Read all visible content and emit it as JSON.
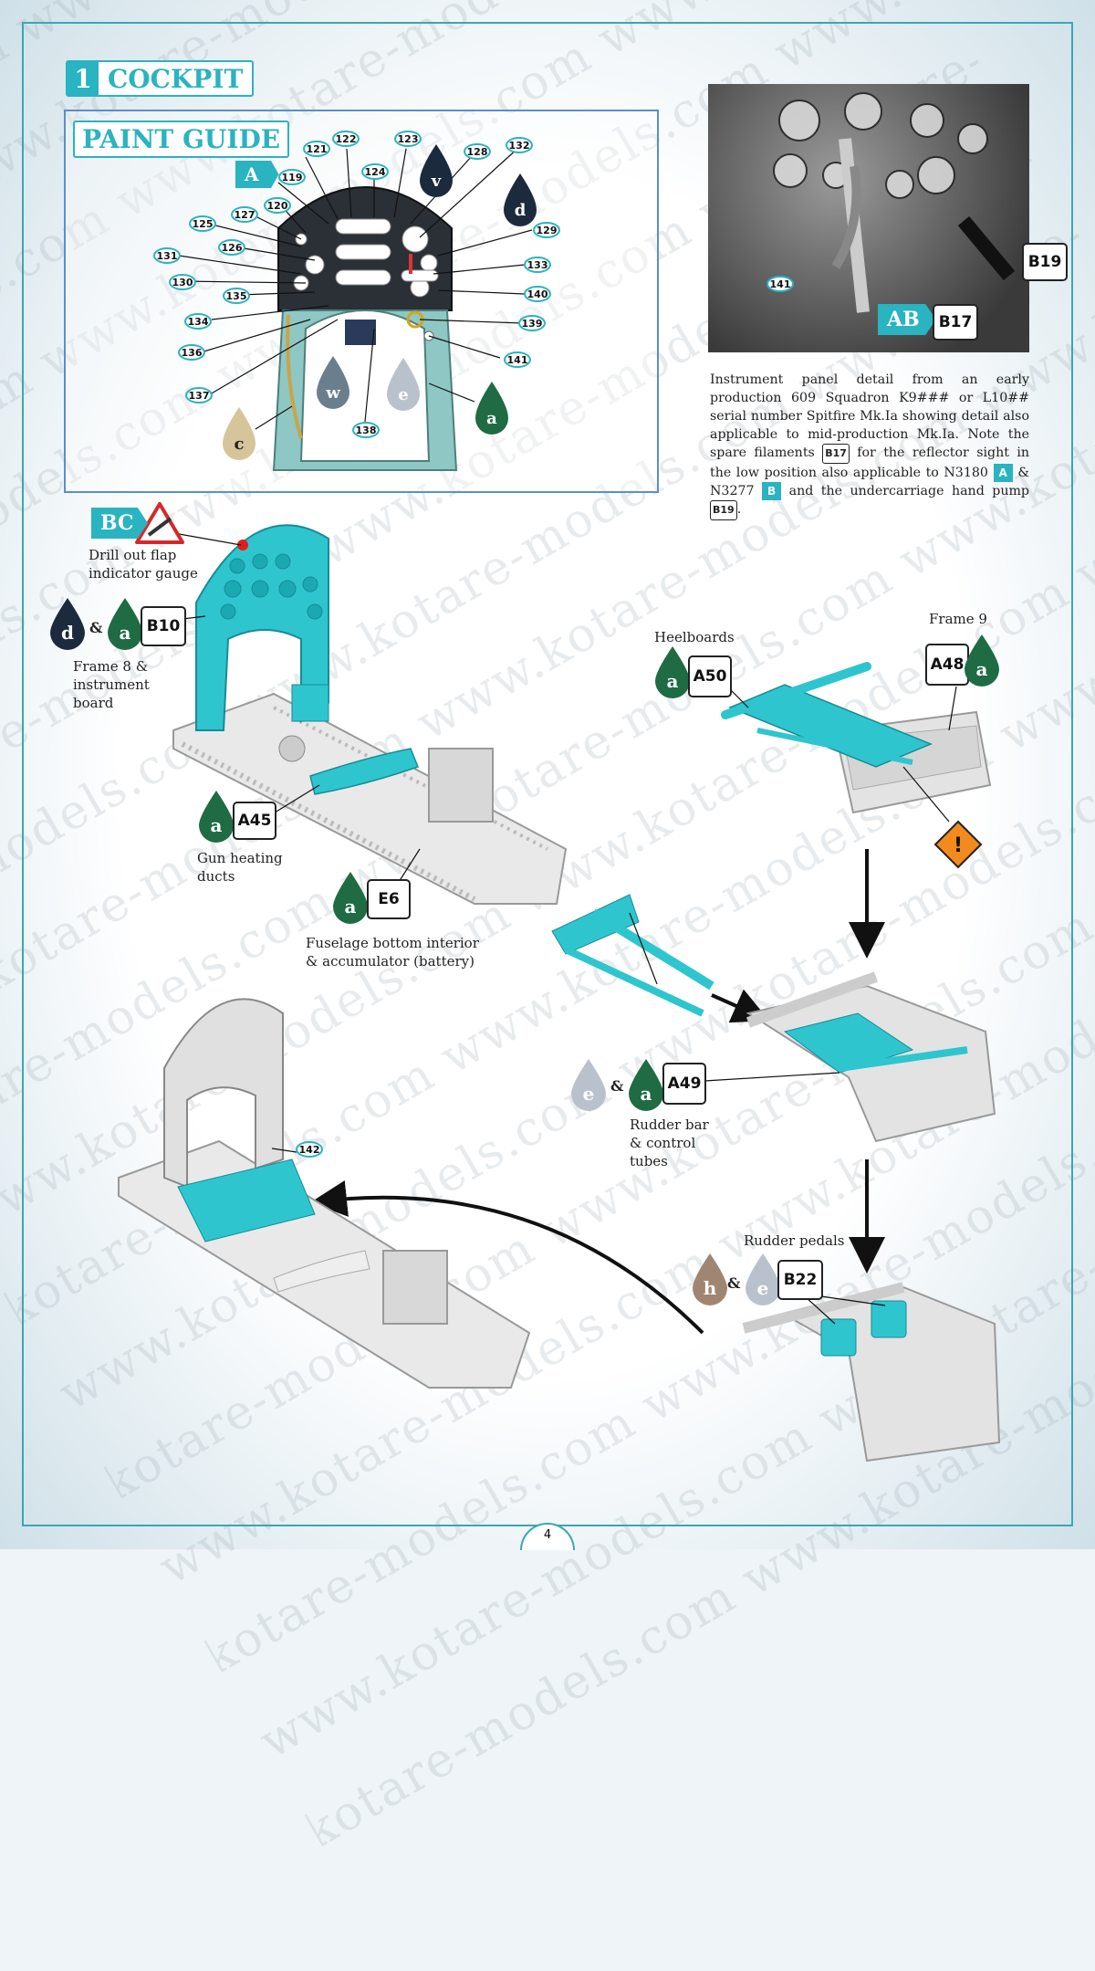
{
  "section": {
    "number": "1",
    "title": "COCKPIT"
  },
  "paint_guide": {
    "title": "PAINT GUIDE",
    "marking_tag": "A",
    "paints": [
      {
        "code": "v",
        "color": "#1c2a3e"
      },
      {
        "code": "d",
        "color": "#1c2a3e"
      },
      {
        "code": "w",
        "color": "#6b7e8e"
      },
      {
        "code": "e",
        "color": "#b9c2cc"
      },
      {
        "code": "a",
        "color": "#1e6b44"
      },
      {
        "code": "c",
        "color": "#d6c49a"
      }
    ],
    "callouts": [
      "119",
      "120",
      "121",
      "122",
      "123",
      "124",
      "125",
      "126",
      "127",
      "128",
      "129",
      "130",
      "131",
      "132",
      "133",
      "134",
      "135",
      "136",
      "137",
      "138",
      "139",
      "140",
      "141"
    ]
  },
  "photo": {
    "callout": "141",
    "tag_ab": "AB",
    "part_b17": "B17",
    "part_b19": "B19"
  },
  "caption": {
    "text_1": "Instrument panel detail from an early production 609 Squadron K9### or L10## serial number Spitfire Mk.Ia showing detail also applicable to mid-production Mk.Ia. Note the spare filaments",
    "tag_b17": "B17",
    "text_2": "for the reflector sight in the low position also applicable to N3180",
    "tag_a": "A",
    "text_3": "& N3277",
    "tag_b": "B",
    "text_4": "and the undercarriage hand pump",
    "tag_b19": "B19",
    "text_5": "."
  },
  "step1": {
    "tag_bc": "BC",
    "drill_note": "Drill out flap indicator gauge",
    "frame8_paint_1": "d",
    "frame8_paint_2": "a",
    "frame8_part": "B10",
    "frame8_label": "Frame 8 & instrument board",
    "gun_paint": "a",
    "gun_part": "A45",
    "gun_label": "Gun heating ducts",
    "fuselage_paint": "a",
    "fuselage_part": "E6",
    "fuselage_label": "Fuselage bottom interior & accumulator (battery)"
  },
  "step2": {
    "heel_label": "Heelboards",
    "heel_paint": "a",
    "heel_part": "A50",
    "frame9_label": "Frame 9",
    "frame9_part": "A48",
    "frame9_paint": "a"
  },
  "step3": {
    "paint_1": "e",
    "paint_2": "a",
    "part": "A49",
    "label": "Rudder bar & control tubes"
  },
  "step4": {
    "label": "Rudder pedals",
    "paint_1": "h",
    "paint_2": "e",
    "part": "B22"
  },
  "final": {
    "callout": "142"
  },
  "amp": "&",
  "page_number": "4",
  "watermark_text": "www.kotare-models.com www.kotare-models.com www.kotare-models.com"
}
